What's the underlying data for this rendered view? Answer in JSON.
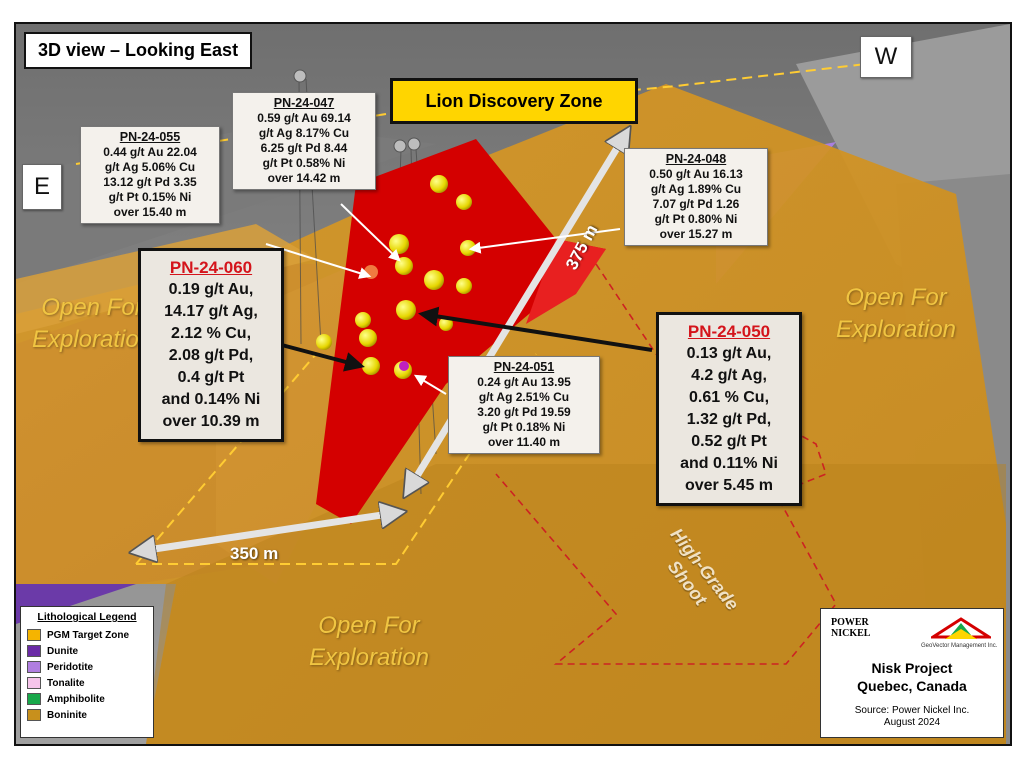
{
  "view_title": "3D view – Looking East",
  "compass": {
    "west": "W",
    "east": "E"
  },
  "zone_title": "Lion Discovery Zone",
  "open_label": {
    "line1": "Open For",
    "line2": "Exploration"
  },
  "dimensions": {
    "long": "375 m",
    "wide": "350 m"
  },
  "shoot": {
    "line1": "High-Grade",
    "line2": "Shoot"
  },
  "drill_holes": [
    {
      "id": "PN-24-055",
      "lines": [
        "0.44 g/t Au 22.04",
        "g/t Ag 5.06% Cu",
        "13.12 g/t Pd 3.35",
        "g/t Pt 0.15% Ni",
        "over 15.40 m"
      ]
    },
    {
      "id": "PN-24-047",
      "lines": [
        "0.59 g/t Au 69.14",
        "g/t Ag 8.17% Cu",
        "6.25 g/t Pd 8.44",
        "g/t Pt 0.58% Ni",
        "over 14.42 m"
      ]
    },
    {
      "id": "PN-24-048",
      "lines": [
        "0.50 g/t Au 16.13",
        "g/t Ag 1.89% Cu",
        "7.07 g/t Pd 1.26",
        "g/t Pt 0.80% Ni",
        "over 15.27 m"
      ]
    },
    {
      "id": "PN-24-060",
      "lines": [
        "0.19 g/t Au,",
        "14.17 g/t Ag,",
        "2.12 % Cu,",
        "2.08 g/t Pd,",
        "0.4 g/t Pt",
        "and 0.14% Ni",
        "over 10.39 m"
      ]
    },
    {
      "id": "PN-24-050",
      "lines": [
        "0.13 g/t Au,",
        "4.2 g/t Ag,",
        "0.61 % Cu,",
        "1.32 g/t Pd,",
        "0.52 g/t Pt",
        "and 0.11% Ni",
        "over 5.45 m"
      ]
    },
    {
      "id": "PN-24-051",
      "lines": [
        "0.24 g/t Au 13.95",
        "g/t Ag 2.51% Cu",
        "3.20 g/t Pd 19.59",
        "g/t Pt 0.18% Ni",
        "over 11.40 m"
      ]
    }
  ],
  "legend": {
    "title": "Lithological Legend",
    "items": [
      {
        "label": "PGM Target Zone",
        "color": "#f5b400"
      },
      {
        "label": "Dunite",
        "color": "#6a2aa6"
      },
      {
        "label": "Peridotite",
        "color": "#b07ee0"
      },
      {
        "label": "Tonalite",
        "color": "#f6c4ea"
      },
      {
        "label": "Amphibolite",
        "color": "#18a84a"
      },
      {
        "label": "Boninite",
        "color": "#c8901c"
      }
    ]
  },
  "title_block": {
    "company": {
      "line1": "POWER",
      "line2": "NICKEL"
    },
    "partner": "GeoVector Management Inc.",
    "project": "Nisk Project",
    "location": "Quebec, Canada",
    "source": "Source: Power Nickel Inc.",
    "date": "August 2024"
  },
  "colors": {
    "target_zone": "#e8a21a",
    "discovery_zone": "#d40000",
    "label_red": "#d4141b",
    "zone_title_bg": "#ffd500"
  }
}
